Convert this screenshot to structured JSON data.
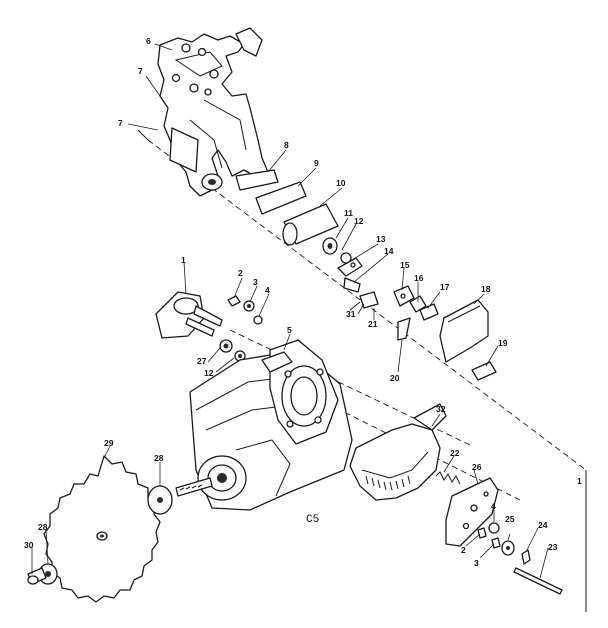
{
  "diagram": {
    "code": "C5",
    "callouts": [
      "6",
      "7",
      "7",
      "8",
      "9",
      "10",
      "11",
      "12",
      "13",
      "14",
      "1",
      "2",
      "3",
      "4",
      "5",
      "27",
      "12",
      "15",
      "16",
      "17",
      "18",
      "31",
      "21",
      "19",
      "20",
      "32",
      "29",
      "28",
      "22",
      "26",
      "4",
      "25",
      "24",
      "23",
      "28",
      "30",
      "2",
      "3",
      "1"
    ]
  }
}
